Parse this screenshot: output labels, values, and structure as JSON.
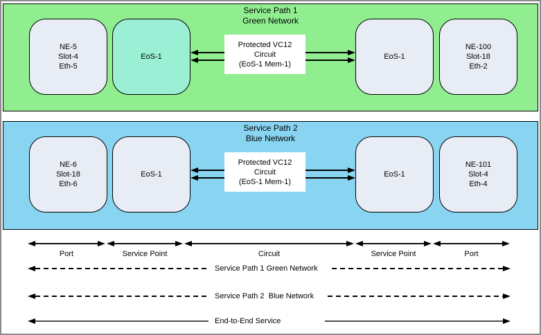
{
  "colors": {
    "green_panel_bg": "#90EE90",
    "blue_panel_bg": "#89D4F1",
    "eos_highlight_bg": "#9AEFD4",
    "node_bg": "#E8EDF5",
    "circuit_label_bg": "#FFFFFF",
    "line_color": "#000000",
    "frame_color": "#8A8A8A"
  },
  "green_panel": {
    "title": "Service Path 1\nGreen Network",
    "node_left": "NE-5\nSlot-4\nEth-5",
    "eos_left": "EoS-1",
    "circuit_label": "Protected VC12\nCircuit\n(EoS-1 Mem-1)",
    "eos_right": "EoS-1",
    "node_right": "NE-100\nSlot-18\nEth-2"
  },
  "blue_panel": {
    "title": "Service Path 2\nBlue Network",
    "node_left": "NE-6\nSlot-18\nEth-6",
    "eos_left": "EoS-1",
    "circuit_label": "Protected VC12\nCircuit\n(EoS-1 Mem-1)",
    "eos_right": "EoS-1",
    "node_right": "NE-101\nSlot-4\nEth-4"
  },
  "legend": {
    "segments": {
      "port_left": "Port",
      "service_point_left": "Service Point",
      "circuit": "Circuit",
      "service_point_right": "Service Point",
      "port_right": "Port"
    },
    "paths": {
      "green": "Service Path 1 Green Network",
      "blue": "Service Path 2  Blue Network",
      "end_to_end": "End-to-End Service"
    }
  }
}
